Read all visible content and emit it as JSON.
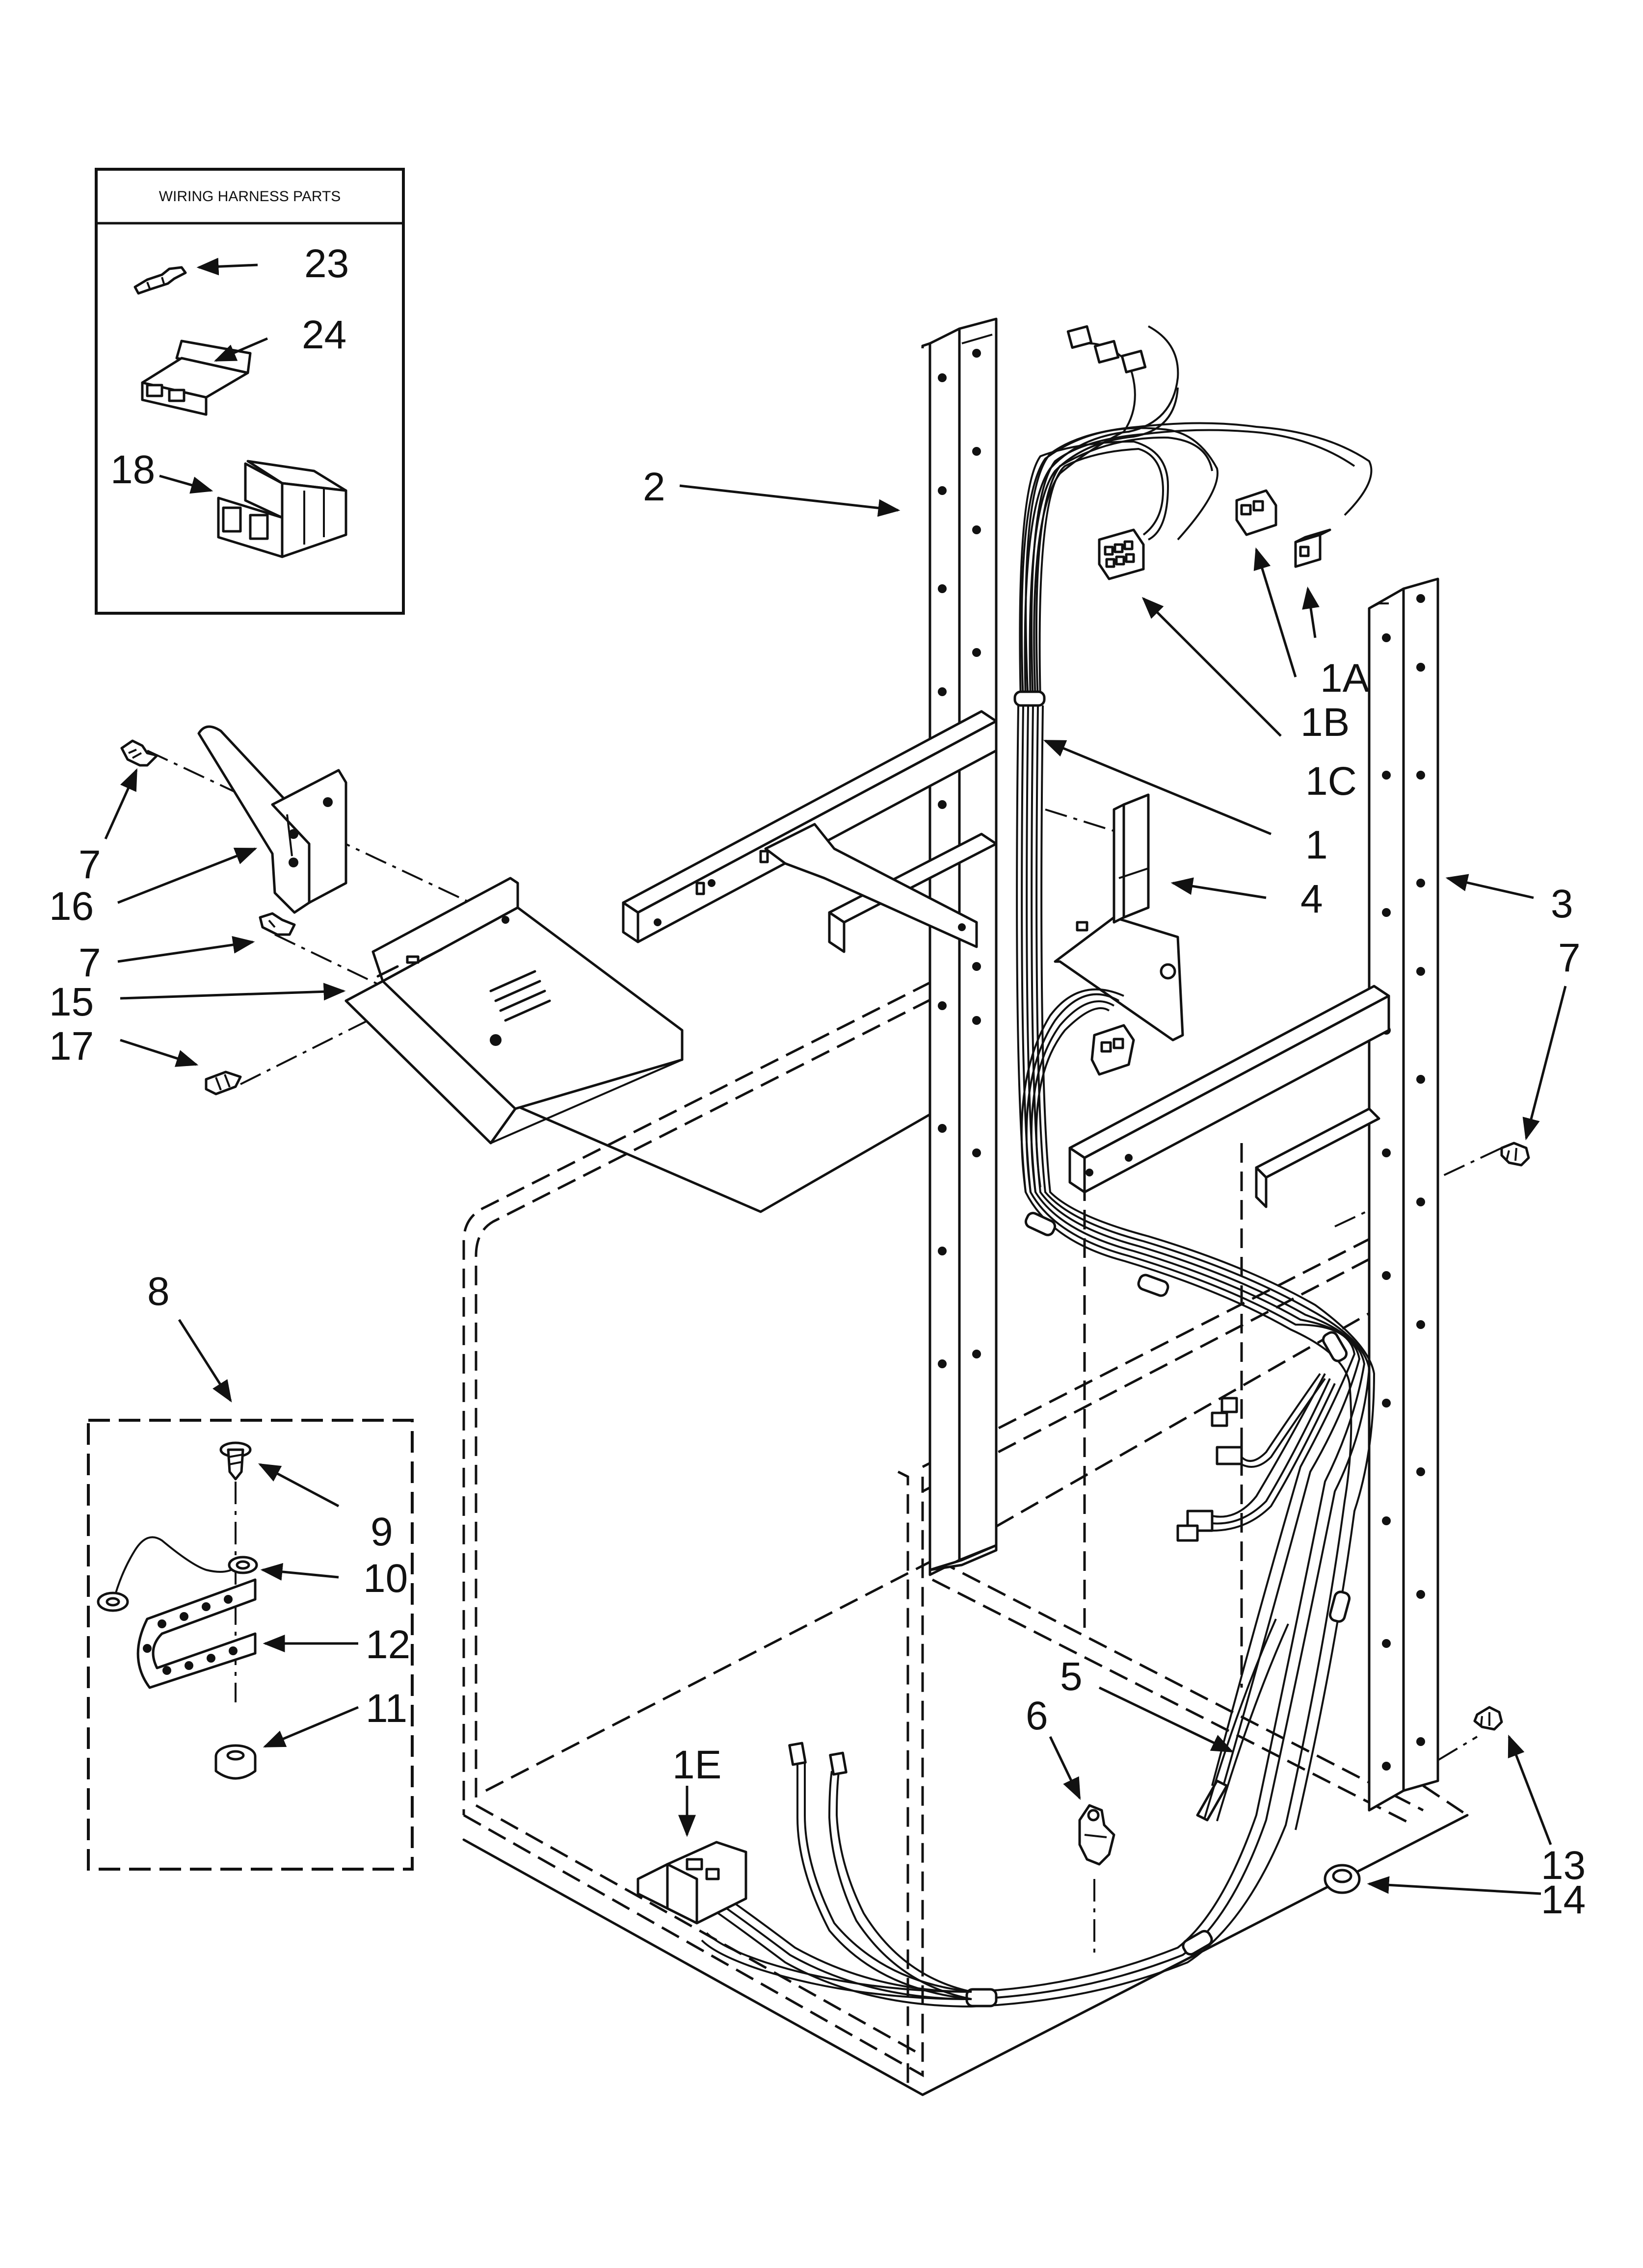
{
  "diagram": {
    "inset_box": {
      "title": "WIRING HARNESS PARTS",
      "items": [
        "23",
        "24",
        "18"
      ]
    },
    "labels": {
      "l2": "2",
      "l1A": "1A",
      "l1B": "1B",
      "l1C": "1C",
      "l1": "1",
      "l4": "4",
      "l3": "3",
      "l7a": "7",
      "l7b": "7",
      "l7c": "7",
      "l16": "16",
      "l15": "15",
      "l17": "17",
      "l8": "8",
      "l9": "9",
      "l10": "10",
      "l12": "12",
      "l11": "11",
      "l1E": "1E",
      "l6": "6",
      "l5": "5",
      "l13": "13",
      "l14": "14"
    }
  }
}
